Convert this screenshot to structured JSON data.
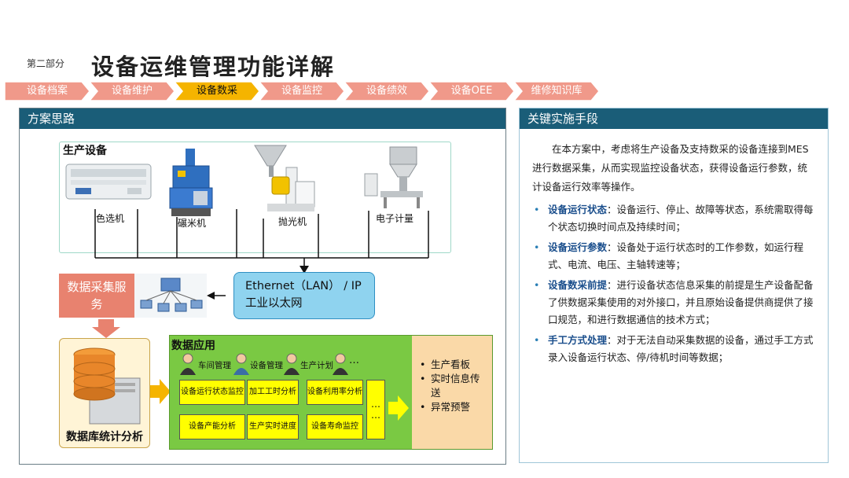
{
  "header": {
    "section": "第二部分",
    "title": "设备运维管理功能详解"
  },
  "steps": [
    {
      "label": "设备档案",
      "active": false
    },
    {
      "label": "设备维护",
      "active": false
    },
    {
      "label": "设备数采",
      "active": true
    },
    {
      "label": "设备监控",
      "active": false
    },
    {
      "label": "设备绩效",
      "active": false
    },
    {
      "label": "设备OEE",
      "active": false
    },
    {
      "label": "维修知识库",
      "active": false
    }
  ],
  "left_panel": {
    "title": "方案思路",
    "production_title": "生产设备",
    "machines": [
      "色选机",
      "碾米机",
      "抛光机",
      "电子计量"
    ],
    "collection_service": "数据采集服务",
    "network_line1": "Ethernet（LAN） / IP",
    "network_line2": "工业以太网",
    "database_label": "数据库统计分析",
    "data_app_title": "数据应用",
    "roles": [
      "车间管理",
      "设备管理",
      "生产计划",
      "…"
    ],
    "functions": [
      "设备运行状态监控",
      "加工工时分析",
      "设备利用率分析",
      "设备产能分析",
      "生产实时进度",
      "设备寿命监控"
    ],
    "ellipsis": "…",
    "outputs": [
      "生产看板",
      "实时信息传送",
      "异常预警"
    ]
  },
  "right_panel": {
    "title": "关键实施手段",
    "intro": "在本方案中，考虑将生产设备及支持数采的设备连接到MES进行数据采集，从而实现监控设备状态，获得设备运行参数，统计设备运行效率等操作。",
    "bullets": [
      {
        "title": "设备运行状态",
        "text": "：设备运行、停止、故障等状态，系统需取得每个状态切换时间点及持续时间；"
      },
      {
        "title": "设备运行参数",
        "text": "：设备处于运行状态时的工作参数，如运行程式、电流、电压、主轴转速等；"
      },
      {
        "title": "设备数采前提",
        "text": "：进行设备状态信息采集的前提是生产设备配备了供数据采集使用的对外接口，并且原始设备提供商提供了接口规范，和进行数据通信的技术方式；"
      },
      {
        "title": "手工方式处理",
        "text": "：对于无法自动采集数据的设备，通过手工方式录入设备运行状态、停/待机时间等数据；"
      }
    ]
  },
  "colors": {
    "step_normal": "#f0998a",
    "step_active": "#f5b400",
    "panel_head": "#1a5d78",
    "data_app_green": "#7ac943",
    "output_bg": "#fad9a8"
  }
}
